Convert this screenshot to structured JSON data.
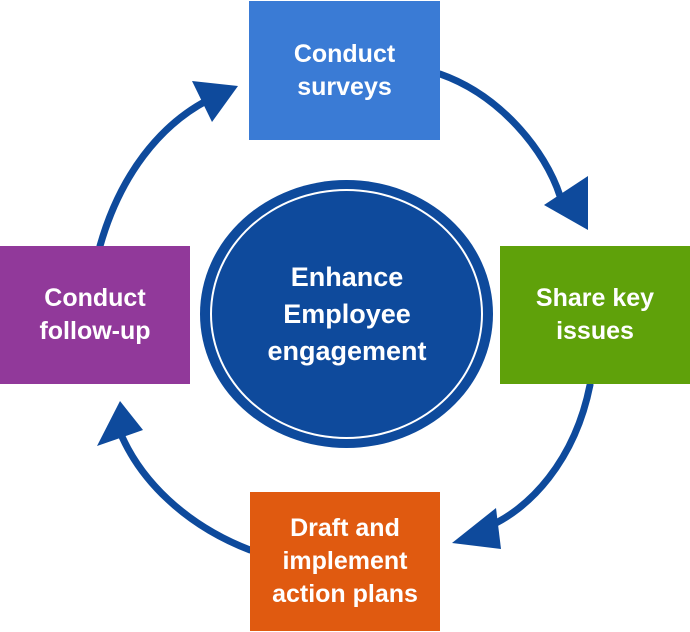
{
  "diagram": {
    "center": {
      "lines": [
        "Enhance",
        "Employee",
        "engagement"
      ],
      "color": "#0e4a9c"
    },
    "steps": [
      {
        "lines": [
          "Conduct",
          "surveys"
        ],
        "color": "#3a7bd5"
      },
      {
        "lines": [
          "Share key",
          "issues"
        ],
        "color": "#5fa10a"
      },
      {
        "lines": [
          "Draft and",
          "implement",
          "action plans"
        ],
        "color": "#e05a10"
      },
      {
        "lines": [
          "Conduct",
          "follow-up"
        ],
        "color": "#91399a"
      }
    ],
    "arrow_color": "#0e4a9c",
    "direction": "clockwise"
  }
}
